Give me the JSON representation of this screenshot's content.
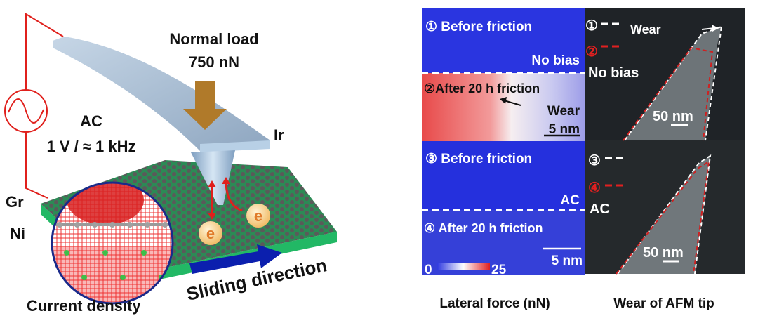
{
  "schematic": {
    "load_label": "Normal load",
    "load_value": "750 nN",
    "source_label": "AC",
    "source_value": "1 V / ≈ 1 kHz",
    "tip_material": "Ir",
    "layer_top": "Gr",
    "layer_bottom": "Ni",
    "electron_symbol": "e",
    "inset_caption": "Current density",
    "sliding_label": "Sliding direction"
  },
  "lateral_force": {
    "panel1": "① Before friction",
    "panel1_condition": "No bias",
    "panel2": "②After 20 h friction",
    "panel2_annotation": "Wear",
    "panel3": "③ Before friction",
    "panel3_condition": "AC",
    "panel4": "④ After 20 h friction",
    "scalebar": "5 nm",
    "colorbar_min": "0",
    "colorbar_max": "25",
    "caption": "Lateral force (nN)"
  },
  "tip_wear": {
    "marker1": "①",
    "marker2": "②",
    "marker3": "③",
    "marker4": "④",
    "wear_label": "Wear",
    "condition_top": "No bias",
    "condition_bottom": "AC",
    "scalebar": "50 nm",
    "caption": "Wear of AFM tip"
  },
  "colors": {
    "circuit": "#e0201c",
    "graphene_substrate": "#2fbf6a",
    "afm_blue": "#2a35e0",
    "wear_red": "#e83a3a",
    "tem_background": "#1f2327"
  }
}
